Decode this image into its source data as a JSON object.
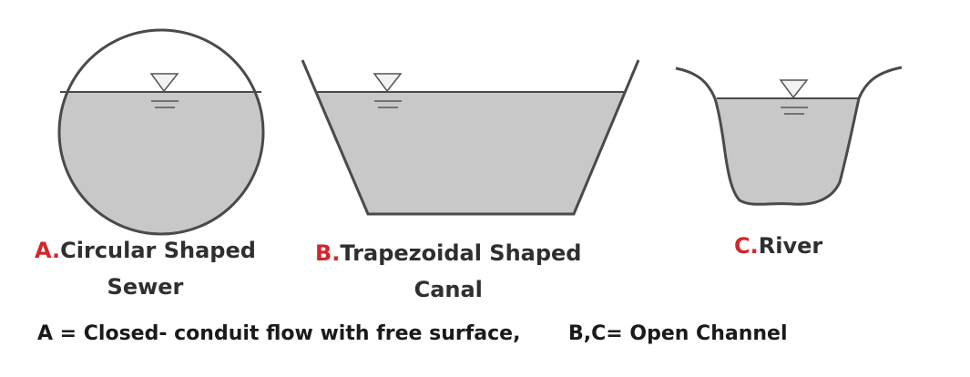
{
  "colors": {
    "water": "#c8c8c8",
    "outline": "#4a4a4a",
    "label_letter": "#d0272d",
    "label_text": "#2f2f2f"
  },
  "sections": [
    {
      "letter": "A.",
      "title": "Circular Shaped",
      "title2": "Sewer"
    },
    {
      "letter": "B.",
      "title": "Trapezoidal Shaped",
      "title2": "Canal"
    },
    {
      "letter": "C.",
      "title": "River",
      "title2": ""
    }
  ],
  "notes": {
    "a": "A = Closed- conduit flow with free surface,",
    "bc": "B,C= Open Channel"
  },
  "icons": [
    "water-level-symbol-icon"
  ]
}
